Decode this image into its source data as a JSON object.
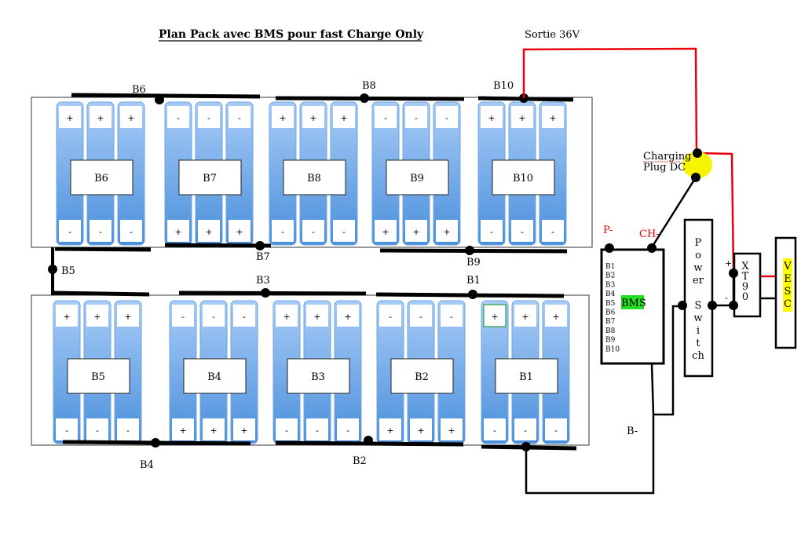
{
  "title": "Plan Pack avec BMS pour fast Charge Only",
  "output_label": "Sortie 36V",
  "colors": {
    "wire_red": "#e8000b",
    "wire_black": "#000000",
    "cell_top": "#9cc4f5",
    "cell_bottom": "#4a90d9",
    "plug_yellow": "#f5f500",
    "bms_green": "#22dd22",
    "vesc_highlight": "#ffff00"
  },
  "packs": {
    "top_row": [
      {
        "name": "B6",
        "top_terminals": [
          "+",
          "+",
          "+"
        ],
        "bottom_terminals": [
          "-",
          "-",
          "-"
        ]
      },
      {
        "name": "B7",
        "top_terminals": [
          "-",
          "-",
          "-"
        ],
        "bottom_terminals": [
          "+",
          "+",
          "+"
        ]
      },
      {
        "name": "B8",
        "top_terminals": [
          "+",
          "+",
          "+"
        ],
        "bottom_terminals": [
          "-",
          "-",
          "-"
        ]
      },
      {
        "name": "B9",
        "top_terminals": [
          "-",
          "-",
          "-"
        ],
        "bottom_terminals": [
          "+",
          "+",
          "+"
        ]
      },
      {
        "name": "B10",
        "top_terminals": [
          "+",
          "+",
          "+"
        ],
        "bottom_terminals": [
          "-",
          "-",
          "-"
        ]
      }
    ],
    "bottom_row": [
      {
        "name": "B5",
        "top_terminals": [
          "+",
          "+",
          "+"
        ],
        "bottom_terminals": [
          "-",
          "-",
          "-"
        ]
      },
      {
        "name": "B4",
        "top_terminals": [
          "-",
          "-",
          "-"
        ],
        "bottom_terminals": [
          "+",
          "+",
          "+"
        ]
      },
      {
        "name": "B3",
        "top_terminals": [
          "+",
          "+",
          "+"
        ],
        "bottom_terminals": [
          "-",
          "-",
          "-"
        ]
      },
      {
        "name": "B2",
        "top_terminals": [
          "-",
          "-",
          "-"
        ],
        "bottom_terminals": [
          "+",
          "+",
          "+"
        ]
      },
      {
        "name": "B1",
        "top_terminals": [
          "+",
          "+",
          "+"
        ],
        "bottom_terminals": [
          "-",
          "-",
          "-"
        ]
      }
    ]
  },
  "bus_labels": {
    "b6": "B6",
    "b8": "B8",
    "b10": "B10",
    "b7": "B7",
    "b9": "B9",
    "b5": "B5",
    "b3": "B3",
    "b1": "B1",
    "b4": "B4",
    "b2": "B2"
  },
  "charging_plug": {
    "line1": "Charging",
    "line2": "Plug DC"
  },
  "bms": {
    "label": "BMS",
    "p_minus": "P-",
    "ch_minus": "CH-",
    "balance_leads": [
      "B1",
      "B2",
      "B3",
      "B4",
      "B5",
      "B6",
      "B7",
      "B8",
      "B9",
      "B10"
    ]
  },
  "power_switch": {
    "letters": [
      "P",
      "o",
      "w",
      "er",
      "",
      "S",
      "w",
      "i",
      "t",
      "ch"
    ]
  },
  "xt90": {
    "letters": [
      "X",
      "T",
      "9",
      "0"
    ],
    "plus": "+",
    "minus": "-"
  },
  "vesc": {
    "letters": [
      "V",
      "E",
      "S",
      "C"
    ]
  },
  "b_minus_label": "B-"
}
